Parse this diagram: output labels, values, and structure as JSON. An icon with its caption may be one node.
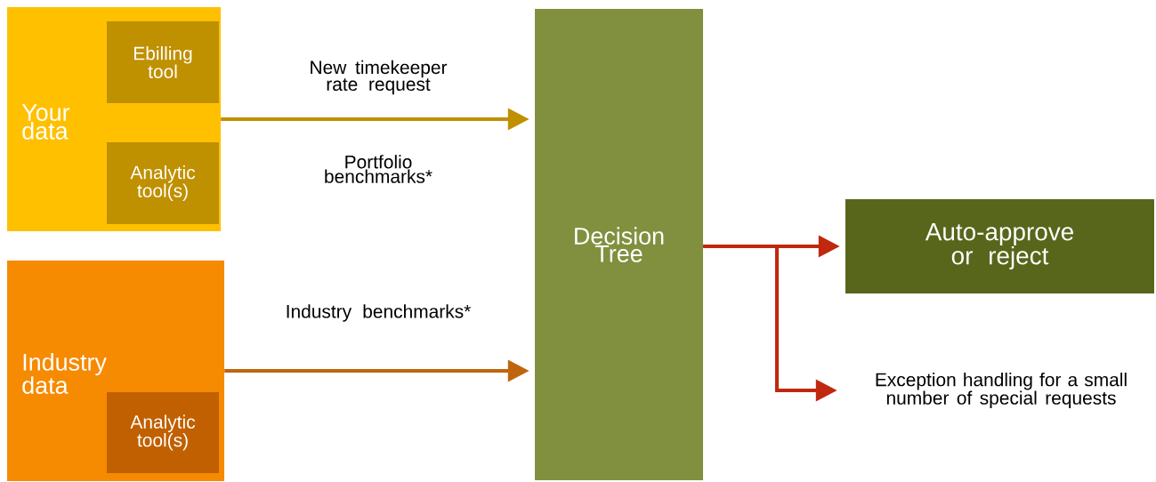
{
  "diagram": {
    "nodes": [
      {
        "text": [
          "Your data"
        ]
      },
      {
        "text": [
          "Ebilling tool"
        ],
        "in": 0
      },
      {
        "text": [
          "Analytic tool(s)"
        ],
        "in": 0
      },
      {
        "text": [
          "Industry data"
        ]
      },
      {
        "text": [
          "Analytic tool(s)"
        ],
        "in": 3
      },
      {
        "text": [
          "Decision Tree"
        ]
      },
      {
        "text": [
          "Auto-approve or reject"
        ]
      },
      {
        "text": [
          "Exception handling for a small number of special requests"
        ]
      }
    ],
    "edges": [
      {
        "from": 0,
        "to": 5,
        "arrow": "to",
        "label": "New timekeeper rate request",
        "color": "#bf9000"
      },
      {
        "from": 3,
        "to": 5,
        "arrow": "to",
        "label": "Industry benchmarks*",
        "color": "#c0650f"
      },
      {
        "from": 5,
        "to": 6,
        "arrow": "to",
        "color": "#c0280f"
      },
      {
        "from": 5,
        "to": 7,
        "arrow": "to",
        "color": "#c0280f"
      }
    ],
    "labels": [
      "Portfolio benchmarks*"
    ]
  }
}
